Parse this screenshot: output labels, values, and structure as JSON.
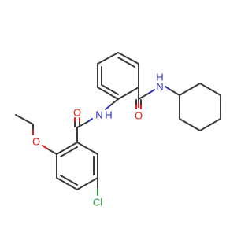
{
  "molecule": {
    "atom_labels": {
      "n_cyclohexyl": "N",
      "h_cyclohexyl": "H",
      "o_amide_1": "O",
      "n_benzamide": "N",
      "h_benzamide": "H",
      "o_amide_2": "O",
      "o_methoxy": "O",
      "cl": "Cl"
    },
    "colors": {
      "carbon_bond": "#3a3a3a",
      "nitrogen": "#2f33c9",
      "oxygen": "#e8211a",
      "chlorine": "#28a03a"
    }
  }
}
